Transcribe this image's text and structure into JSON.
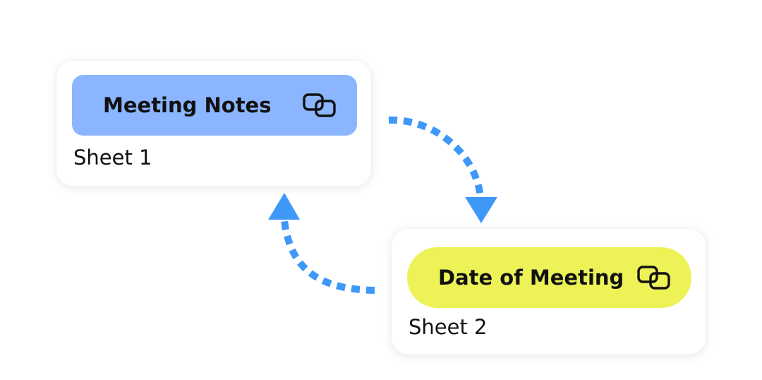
{
  "colors": {
    "accent_blue": "#8bb5ff",
    "accent_yellow": "#edf257",
    "arrow": "#3d98f8",
    "text": "#111111"
  },
  "nodes": [
    {
      "chip_label": "Meeting Notes",
      "sheet_label": "Sheet 1",
      "icon": "linked-copy-icon"
    },
    {
      "chip_label": "Date of Meeting",
      "sheet_label": "Sheet 2",
      "icon": "linked-copy-icon"
    }
  ]
}
